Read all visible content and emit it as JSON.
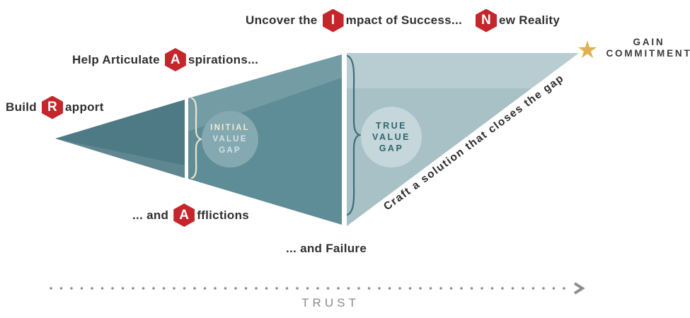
{
  "title": "RAIN sales conversation value-gap diagram",
  "labels": {
    "impact": {
      "pre": "Uncover the",
      "letter": "I",
      "post": "mpact of Success..."
    },
    "new_reality": {
      "pre": "",
      "letter": "N",
      "post": "ew Reality"
    },
    "aspirations": {
      "pre": "Help Articulate",
      "letter": "A",
      "post": "spirations..."
    },
    "rapport": {
      "pre": "Build",
      "letter": "R",
      "post": "apport"
    },
    "afflictions": {
      "pre": "... and",
      "letter": "A",
      "post": "fflictions"
    },
    "failure": "... and Failure"
  },
  "gaps": {
    "initial": {
      "l1": "INITIAL",
      "l2": "VALUE",
      "l3": "GAP"
    },
    "true": {
      "l1": "TRUE",
      "l2": "VALUE",
      "l3": "GAP"
    }
  },
  "diagonal_label": "Craft a solution that closes the gap",
  "commitment": {
    "l1": "GAIN",
    "l2": "COMMITMENT"
  },
  "star_icon": "★",
  "trust_label": "TRUST",
  "colors": {
    "badge_red": "#c5262c",
    "badge_letter": "#ffffff",
    "wedge1": "#4e7a85",
    "wedge2": "#5e8c97",
    "wedge3": "#a7c1c7",
    "highlight_white": "#ffffff",
    "brace_cream": "#ece5c8",
    "brace_teal": "#3d6d79",
    "initial_circle_fill": "#85a9b1",
    "initial_circle_text": "#f1ead2",
    "initial_circle_subtext": "#d2e1e3",
    "true_circle_fill": "#c5d7da",
    "true_circle_text": "#2f6571",
    "star_gold": "#dfb14f",
    "trust_gray": "#8d8d8d",
    "label_dark": "#2f2f2f"
  }
}
